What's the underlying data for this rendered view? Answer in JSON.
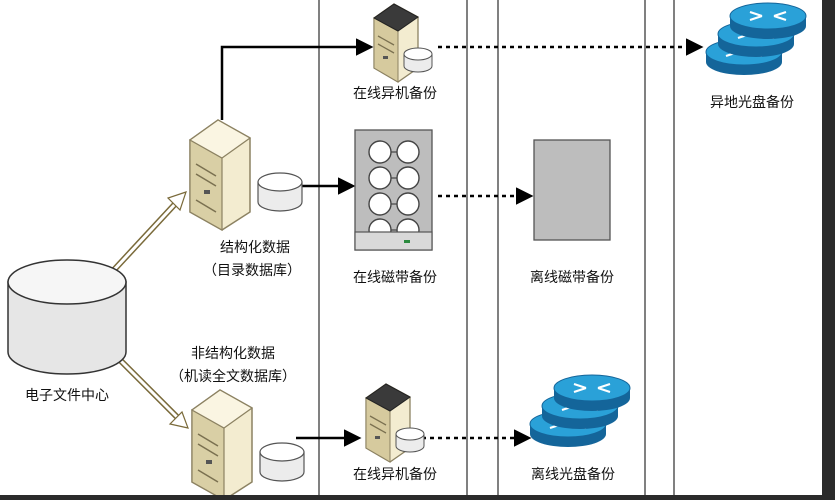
{
  "labels": {
    "archive_center": "电子文件中心",
    "structured_line1": "结构化数据",
    "structured_line2": "（目录数据库）",
    "unstructured_line1": "非结构化数据",
    "unstructured_line2": "（机读全文数据库）",
    "online_remote_top": "在线异机备份",
    "offsite_optical": "异地光盘备份",
    "online_tape": "在线磁带备份",
    "offline_tape": "离线磁带备份",
    "online_remote_bottom": "在线异机备份",
    "offline_optical": "离线光盘备份"
  },
  "colors": {
    "canvas": "#ffffff",
    "frame": "#2b2b2b",
    "router_blue": "#2aa1d8",
    "router_dark": "#14659a",
    "server_beige": "#efe6c4",
    "tape_gray": "#bdbdbd"
  }
}
